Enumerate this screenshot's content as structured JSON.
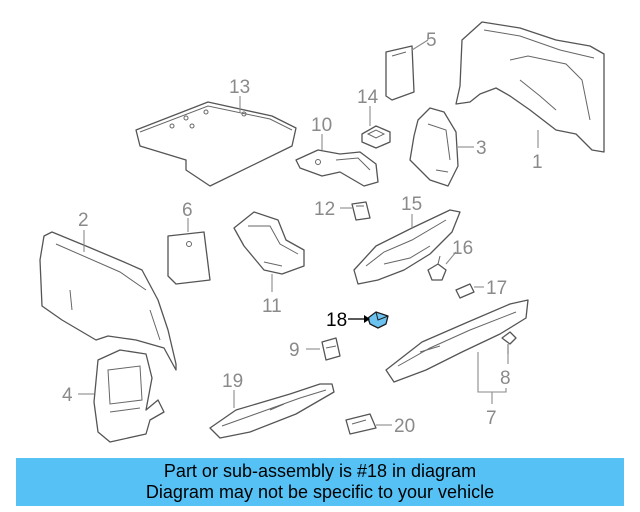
{
  "callouts": {
    "c1": "1",
    "c2": "2",
    "c3": "3",
    "c4": "4",
    "c5": "5",
    "c6": "6",
    "c7": "7",
    "c8": "8",
    "c9": "9",
    "c10": "10",
    "c11": "11",
    "c12": "12",
    "c13": "13",
    "c14": "14",
    "c15": "15",
    "c16": "16",
    "c17": "17",
    "c18": "18",
    "c19": "19",
    "c20": "20"
  },
  "highlighted_part": "18",
  "colors": {
    "banner": "#55c1f5",
    "highlight_part": "#6cc3f0",
    "callout_text": "#8a8a8a"
  },
  "banner": {
    "line1": "Part or sub-assembly is #18 in diagram",
    "line2": "Diagram may not be specific to your vehicle"
  }
}
